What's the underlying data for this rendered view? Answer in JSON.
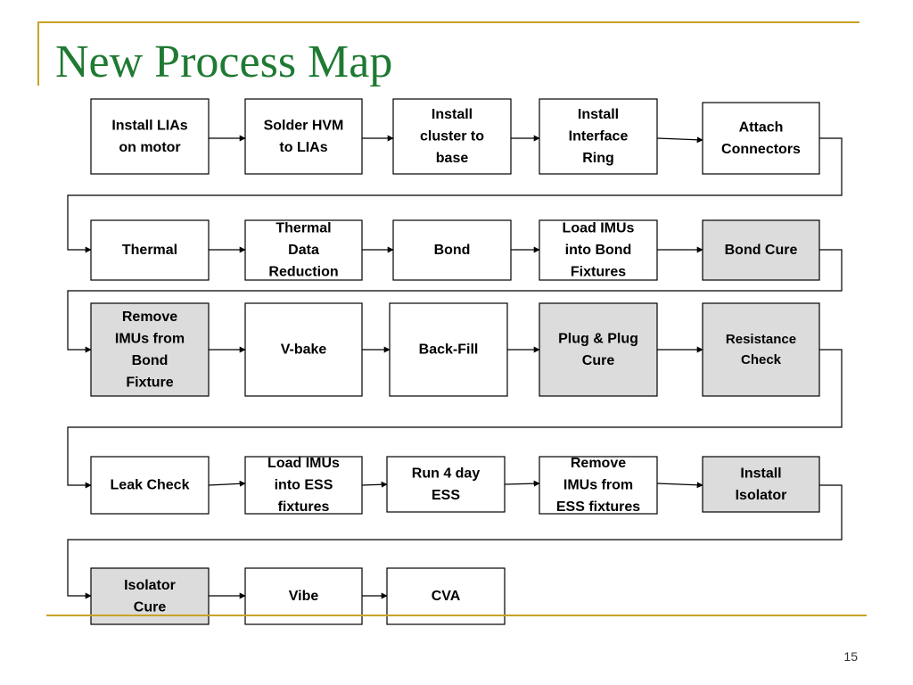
{
  "slide": {
    "title": "New Process Map",
    "page_number": "15"
  },
  "colors": {
    "title": "#1f7a33",
    "frame": "#c9a227",
    "box_white": "#ffffff",
    "box_gray": "#dcdcdc"
  },
  "steps": [
    {
      "id": "install-lias-on-motor",
      "lines": [
        "Install LIAs",
        "on motor"
      ],
      "shaded": false
    },
    {
      "id": "solder-hvm-to-lias",
      "lines": [
        "Solder HVM",
        "to LIAs"
      ],
      "shaded": false
    },
    {
      "id": "install-cluster-to-base",
      "lines": [
        "Install",
        "cluster to",
        "base"
      ],
      "shaded": false
    },
    {
      "id": "install-interface-ring",
      "lines": [
        "Install",
        "Interface",
        "Ring"
      ],
      "shaded": false
    },
    {
      "id": "attach-connectors",
      "lines": [
        "Attach",
        "Connectors"
      ],
      "shaded": false
    },
    {
      "id": "thermal",
      "lines": [
        "Thermal"
      ],
      "shaded": false
    },
    {
      "id": "thermal-data-reduction",
      "lines": [
        "Thermal",
        "Data",
        "Reduction"
      ],
      "shaded": false
    },
    {
      "id": "bond",
      "lines": [
        "Bond"
      ],
      "shaded": false
    },
    {
      "id": "load-imus-into-bond-fixtures",
      "lines": [
        "Load IMUs",
        "into Bond",
        "Fixtures"
      ],
      "shaded": false
    },
    {
      "id": "bond-cure",
      "lines": [
        "Bond Cure"
      ],
      "shaded": true
    },
    {
      "id": "remove-imus-from-bond-fixture",
      "lines": [
        "Remove",
        "IMUs from",
        "Bond",
        "Fixture"
      ],
      "shaded": true
    },
    {
      "id": "v-bake",
      "lines": [
        "V-bake"
      ],
      "shaded": false
    },
    {
      "id": "back-fill",
      "lines": [
        "Back-Fill"
      ],
      "shaded": false
    },
    {
      "id": "plug-and-plug-cure",
      "lines": [
        "Plug & Plug",
        "Cure"
      ],
      "shaded": true
    },
    {
      "id": "resistance-check",
      "lines": [
        "Resistance",
        "Check"
      ],
      "shaded": true
    },
    {
      "id": "leak-check",
      "lines": [
        "Leak Check"
      ],
      "shaded": false
    },
    {
      "id": "load-imus-into-ess-fixtures",
      "lines": [
        "Load IMUs",
        "into ESS",
        "fixtures"
      ],
      "shaded": false
    },
    {
      "id": "run-4-day-ess",
      "lines": [
        "Run 4 day",
        "ESS"
      ],
      "shaded": false
    },
    {
      "id": "remove-imus-from-ess-fixtures",
      "lines": [
        "Remove",
        "IMUs from",
        "ESS fixtures"
      ],
      "shaded": false
    },
    {
      "id": "install-isolator",
      "lines": [
        "Install",
        "Isolator"
      ],
      "shaded": true
    },
    {
      "id": "isolator-cure",
      "lines": [
        "Isolator",
        "Cure"
      ],
      "shaded": true
    },
    {
      "id": "vibe",
      "lines": [
        "Vibe"
      ],
      "shaded": false
    },
    {
      "id": "cva",
      "lines": [
        "CVA"
      ],
      "shaded": false
    }
  ]
}
